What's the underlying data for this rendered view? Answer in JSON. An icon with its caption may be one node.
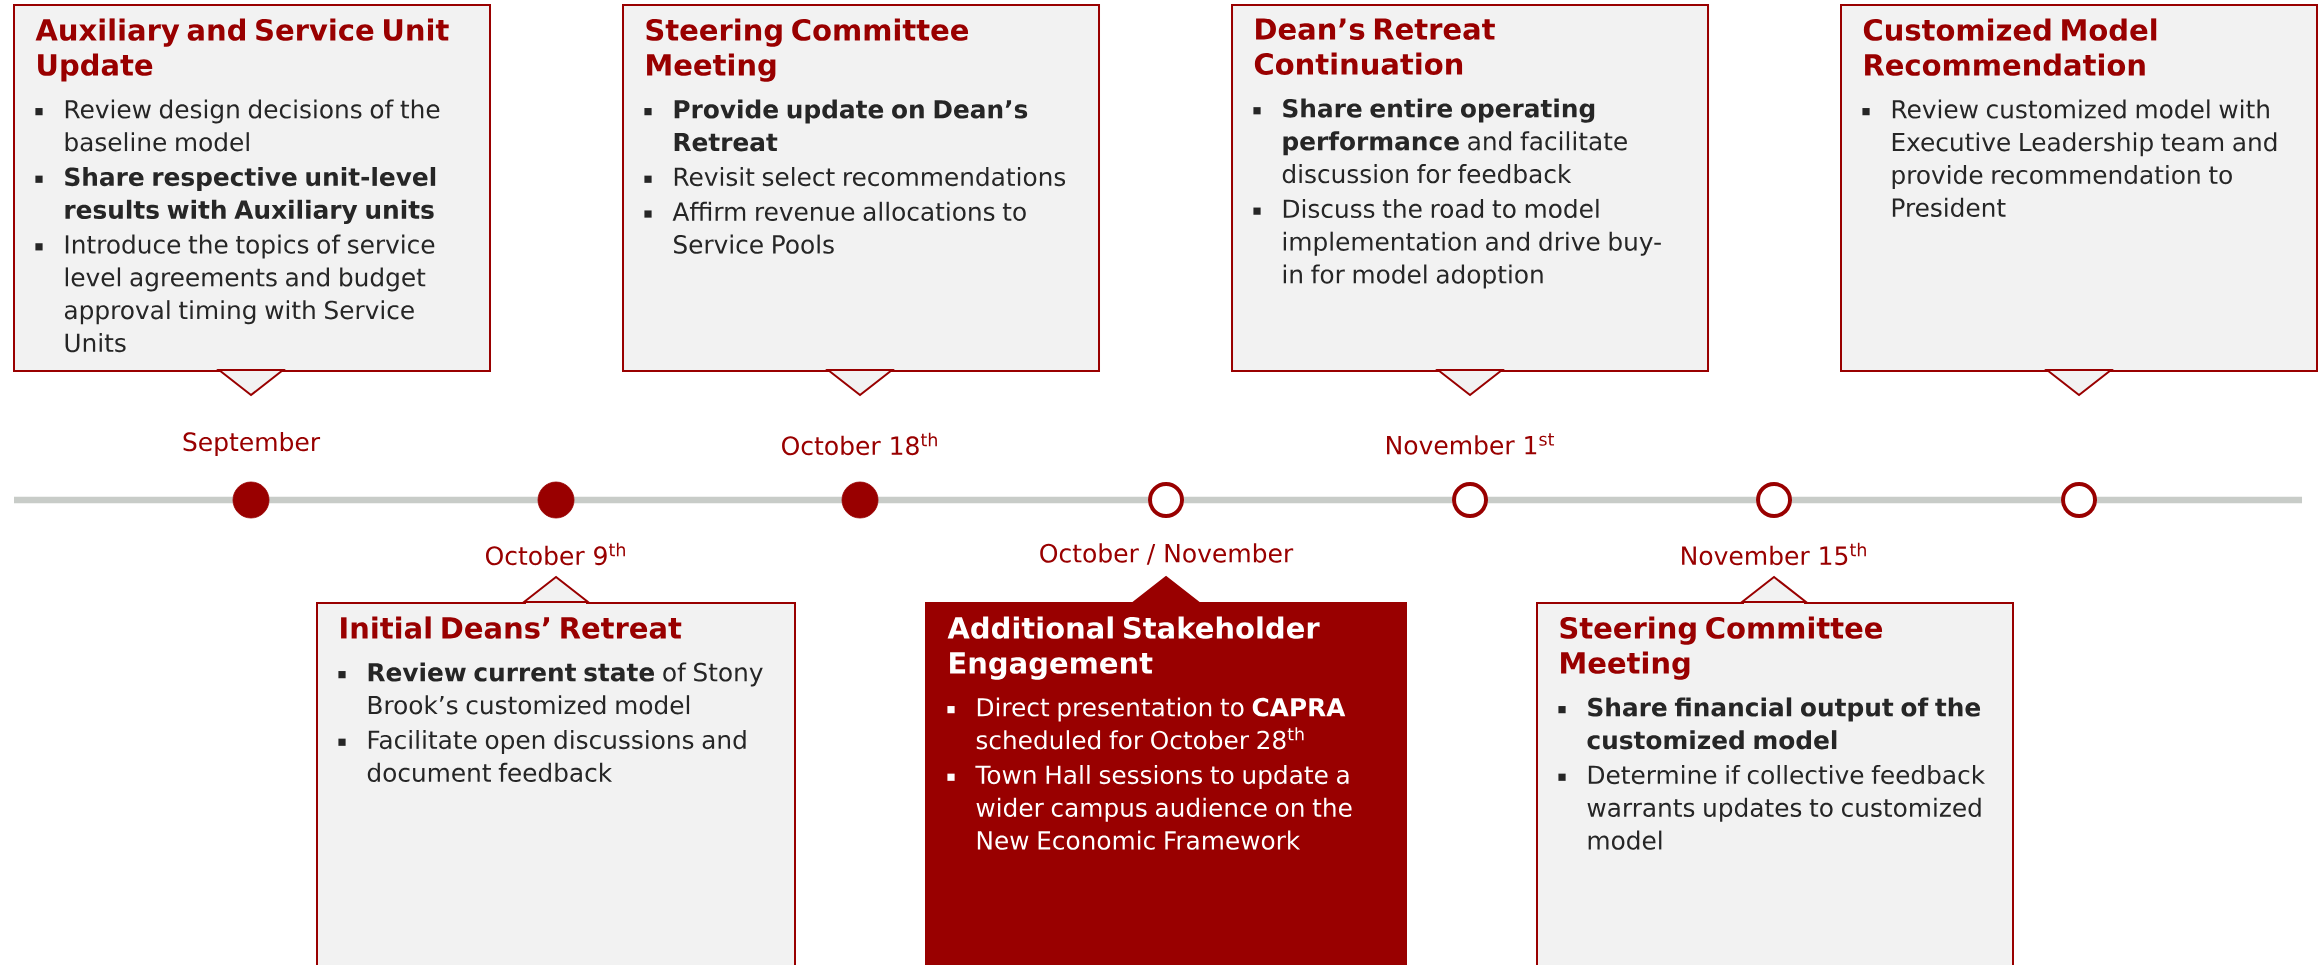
{
  "diagram": {
    "nodes": [
      {
        "text": [
          "Auxiliary and Service Unit Update",
          "Review design decisions of the baseline model",
          "**Share respective unit-level results with Auxiliary units**",
          "Introduce the topics of service level agreements and budget approval timing with Service Units"
        ]
      },
      {
        "text": [
          "Steering Committee Meeting",
          "**Provide update on Dean’s Retreat**",
          "Revisit select recommendations",
          "Affirm revenue allocations to Service Pools"
        ]
      },
      {
        "text": [
          "Dean’s Retreat Continuation",
          "**Share entire operating performance** and facilitate discussion for feedback",
          "Discuss the road to model implementation and drive buy-in for model adoption"
        ]
      },
      {
        "text": [
          "Customized Model Recommendation",
          "Review customized model with Executive Leadership team and provide recommendation to President"
        ]
      },
      {
        "text": [],
        "shape": "circle",
        "beside": [
          "September"
        ]
      },
      {
        "text": [],
        "shape": "circle",
        "beside": [
          "October 9$^{th}$"
        ]
      },
      {
        "text": [],
        "shape": "circle",
        "beside": [
          "October 18$^{th}$"
        ]
      },
      {
        "text": [],
        "shape": "circle",
        "beside": [
          "October / November"
        ]
      },
      {
        "text": [],
        "shape": "circle",
        "beside": [
          "November 1$^{st}$"
        ]
      },
      {
        "text": [],
        "shape": "circle",
        "beside": [
          "November 15$^{th}$"
        ]
      },
      {
        "text": [],
        "shape": "circle"
      },
      {
        "text": [
          "Initial Deans’ Retreat",
          "**Review current state** of Stony Brook’s customized model",
          "Facilitate open discussions and document feedback"
        ]
      },
      {
        "text": [
          "Additional Stakeholder Engagement",
          "Direct presentation to **CAPRA** scheduled for October 28$^{th}$",
          "Town Hall sessions to update a wider campus audience on the New Economic Framework"
        ]
      },
      {
        "text": [
          "Steering Committee Meeting",
          "**Share financial output of the customized model**",
          "Determine if collective feedback warrants updates to customized model"
        ]
      }
    ]
  }
}
